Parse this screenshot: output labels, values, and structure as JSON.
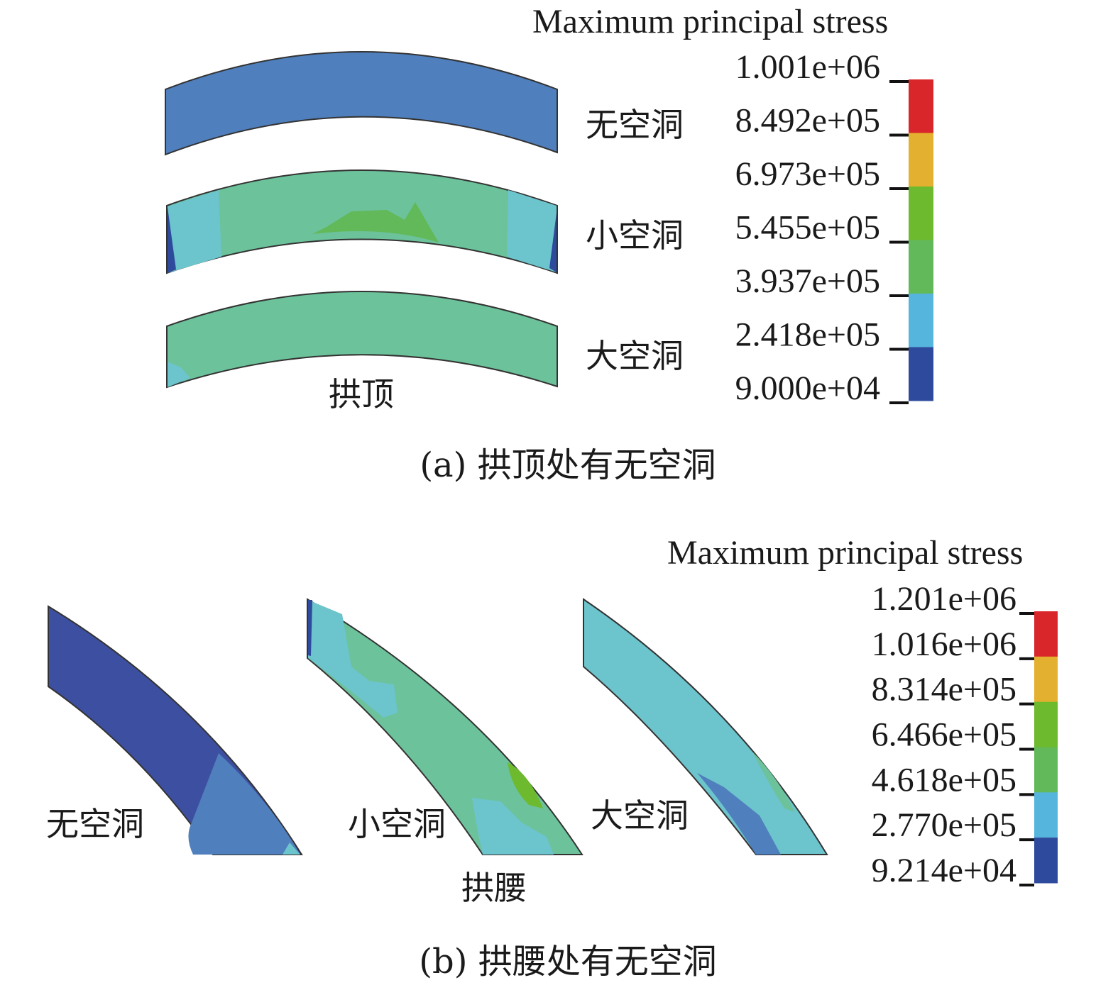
{
  "panel_a": {
    "legend_title": "Maximum principal stress",
    "legend_values": [
      "1.001e+06",
      "8.492e+05",
      "6.973e+05",
      "5.455e+05",
      "3.937e+05",
      "2.418e+05",
      "9.000e+04"
    ],
    "legend_colors": [
      "#d9262b",
      "#e3b02f",
      "#6dba2f",
      "#62b95a",
      "#55b5dc",
      "#2e4a9c"
    ],
    "case_labels": [
      "无空洞",
      "小空洞",
      "大空洞"
    ],
    "location_label": "拱顶",
    "caption": "(a) 拱顶处有无空洞"
  },
  "panel_b": {
    "legend_title": "Maximum principal stress",
    "legend_values": [
      "1.201e+06",
      "1.016e+06",
      "8.314e+05",
      "6.466e+05",
      "4.618e+05",
      "2.770e+05",
      "9.214e+04"
    ],
    "legend_colors": [
      "#d9262b",
      "#e3b02f",
      "#6dba2f",
      "#62b95a",
      "#55b5dc",
      "#2e4a9c"
    ],
    "case_labels": [
      "无空洞",
      "小空洞",
      "大空洞"
    ],
    "location_label": "拱腰",
    "caption": "(b) 拱腰处有无空洞"
  }
}
